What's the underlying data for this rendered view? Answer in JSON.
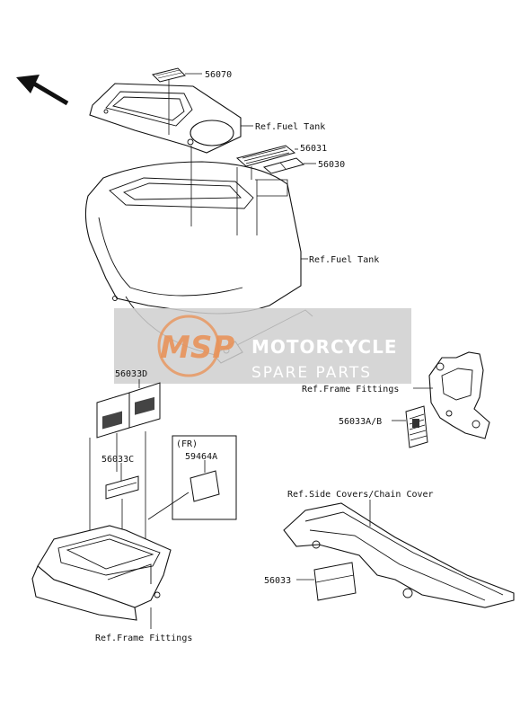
{
  "diagram": {
    "part_labels": {
      "p56070": "56070",
      "p56031": "56031",
      "p56030": "56030",
      "p56033D": "56033D",
      "p56033C": "56033C",
      "p59464A": "59464A",
      "p56033AB": "56033A/B",
      "p56033": "56033"
    },
    "references": {
      "fuel_tank_top": "Ref.Fuel Tank",
      "fuel_tank_side": "Ref.Fuel Tank",
      "frame_fittings_right": "Ref.Frame Fittings",
      "frame_fittings_bottom": "Ref.Frame Fittings",
      "side_covers": "Ref.Side Covers/Chain Cover"
    },
    "fr_box_label": "(FR)"
  },
  "watermark": {
    "logo_text": "MSP",
    "title": "MOTORCYCLE",
    "subtitle": "SPARE PARTS",
    "color": "#e8935a"
  },
  "colors": {
    "line": "#111111",
    "watermark_bg": "#cfcfcf",
    "background": "#ffffff"
  }
}
